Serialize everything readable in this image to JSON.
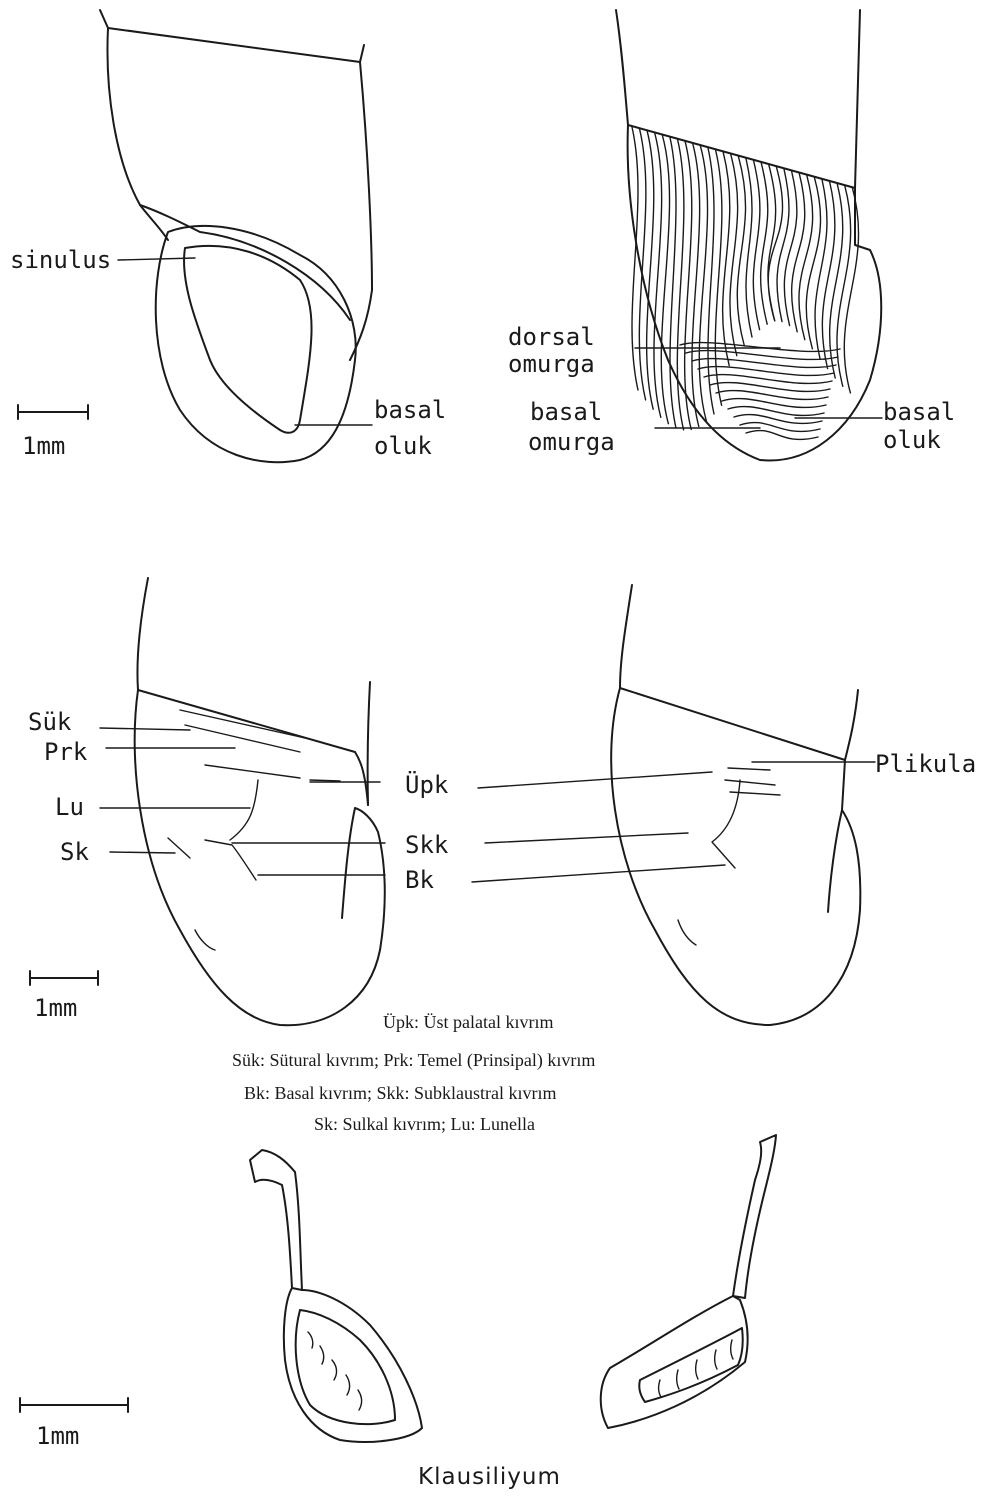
{
  "figure1": {
    "left": {
      "sinulus": "sinulus",
      "basal_oluk_1": "basal",
      "basal_oluk_2": "oluk",
      "scale": "1mm"
    },
    "right": {
      "dorsal_1": "dorsal",
      "dorsal_2": "omurga",
      "basal_omurga_1": "basal",
      "basal_omurga_2": "omurga",
      "basal_oluk_1": "basal",
      "basal_oluk_2": "oluk"
    }
  },
  "figure2": {
    "labels": {
      "suk": "Sük",
      "prk": "Prk",
      "lu": "Lu",
      "sk": "Sk",
      "upk": "Üpk",
      "skk": "Skk",
      "bk": "Bk",
      "plikula": "Plikula"
    },
    "scale": "1mm",
    "caption": [
      "Üpk: Üst  palatal kıvrım",
      "Sük: Sütural kıvrım; Prk: Temel (Prinsipal)  kıvrım",
      "Bk: Basal kıvrım; Skk: Subklaustral kıvrım",
      "Sk: Sulkal kıvrım; Lu: Lunella"
    ]
  },
  "figure3": {
    "scale": "1mm",
    "title": "Klausiliyum"
  }
}
